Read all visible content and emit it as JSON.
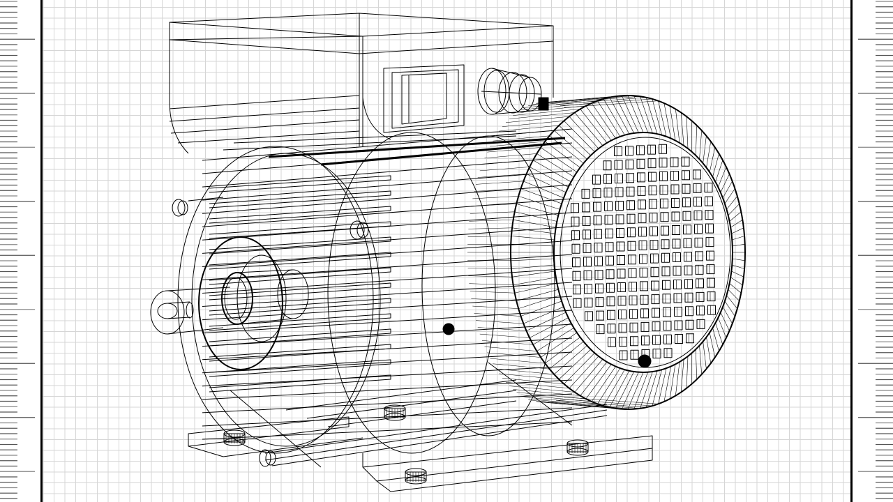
{
  "drawing": {
    "subject": "electric-motor-wireframe",
    "style": "blueprint",
    "stroke_color": "#000000",
    "grid_color": "#d6d6d6",
    "border_color": "#000000",
    "background_color": "#ffffff"
  },
  "rulers": {
    "left": {
      "major_every": 10,
      "tick_color": "#555555"
    },
    "right": {
      "major_every": 10,
      "tick_color": "#555555"
    }
  }
}
